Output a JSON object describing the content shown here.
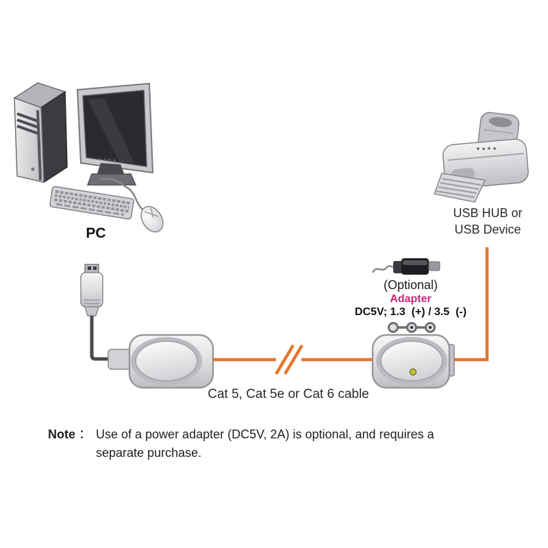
{
  "colors": {
    "cable_orange": "#E8742E",
    "adapter_magenta": "#C2277B",
    "led_yellow": "#C9C33A"
  },
  "pc": {
    "label": "PC"
  },
  "remote_device": {
    "label_line1": "USB HUB or",
    "label_line2": "USB Device"
  },
  "adapter": {
    "optional": "(Optional)",
    "name": "Adapter",
    "spec": "DC5V; 1.3  (+) / 3.5  (-)"
  },
  "cable": {
    "label": "Cat 5, Cat 5e or Cat 6 cable"
  },
  "note": {
    "label": "Note",
    "colon": "：",
    "lines": [
      "Use of a power adapter (DC5V, 2A) is optional, and requires a",
      "separate purchase."
    ]
  }
}
